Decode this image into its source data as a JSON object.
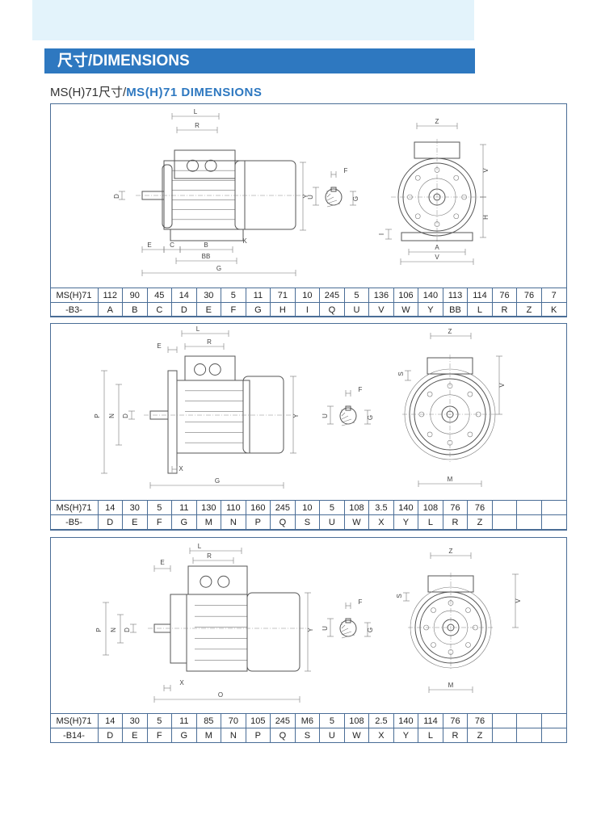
{
  "header": {
    "banner_title": "尺寸/DIMENSIONS",
    "subtitle_prefix": "MS(H)71尺寸/",
    "subtitle_accent": "MS(H)71 DIMENSIONS"
  },
  "sections": [
    {
      "model": "MS(H)71",
      "mount": "-B3-",
      "values": [
        "112",
        "90",
        "45",
        "14",
        "30",
        "5",
        "11",
        "71",
        "10",
        "245",
        "5",
        "136",
        "106",
        "140",
        "113",
        "114",
        "76",
        "76",
        "7"
      ],
      "codes": [
        "A",
        "B",
        "C",
        "D",
        "E",
        "F",
        "G",
        "H",
        "I",
        "Q",
        "U",
        "V",
        "W",
        "Y",
        "BB",
        "L",
        "R",
        "Z",
        "K"
      ],
      "drawing_labels": {
        "side": [
          "L",
          "R",
          "D",
          "Y",
          "E",
          "C",
          "B",
          "K",
          "BB",
          "G"
        ],
        "section": [
          "F",
          "U",
          "G"
        ],
        "front": [
          "Z",
          "V",
          "H",
          "I",
          "A",
          "V"
        ]
      }
    },
    {
      "model": "MS(H)71",
      "mount": "-B5-",
      "values": [
        "14",
        "30",
        "5",
        "11",
        "130",
        "110",
        "160",
        "245",
        "10",
        "5",
        "108",
        "3.5",
        "140",
        "108",
        "76",
        "76",
        "",
        "",
        ""
      ],
      "codes": [
        "D",
        "E",
        "F",
        "G",
        "M",
        "N",
        "P",
        "Q",
        "S",
        "U",
        "W",
        "X",
        "Y",
        "L",
        "R",
        "Z",
        "",
        "",
        ""
      ],
      "drawing_labels": {
        "side": [
          "E",
          "L",
          "R",
          "P",
          "N",
          "D",
          "Y",
          "X",
          "G"
        ],
        "section": [
          "F",
          "U",
          "G"
        ],
        "front": [
          "Z",
          "S",
          "V",
          "M"
        ]
      }
    },
    {
      "model": "MS(H)71",
      "mount": "-B14-",
      "values": [
        "14",
        "30",
        "5",
        "11",
        "85",
        "70",
        "105",
        "245",
        "M6",
        "5",
        "108",
        "2.5",
        "140",
        "114",
        "76",
        "76",
        "",
        "",
        ""
      ],
      "codes": [
        "D",
        "E",
        "F",
        "G",
        "M",
        "N",
        "P",
        "Q",
        "S",
        "U",
        "W",
        "X",
        "Y",
        "L",
        "R",
        "Z",
        "",
        "",
        ""
      ],
      "drawing_labels": {
        "side": [
          "E",
          "L",
          "R",
          "P",
          "N",
          "D",
          "Y",
          "X",
          "O"
        ],
        "section": [
          "F",
          "U",
          "G"
        ],
        "front": [
          "Z",
          "S",
          "V",
          "M"
        ]
      }
    }
  ]
}
